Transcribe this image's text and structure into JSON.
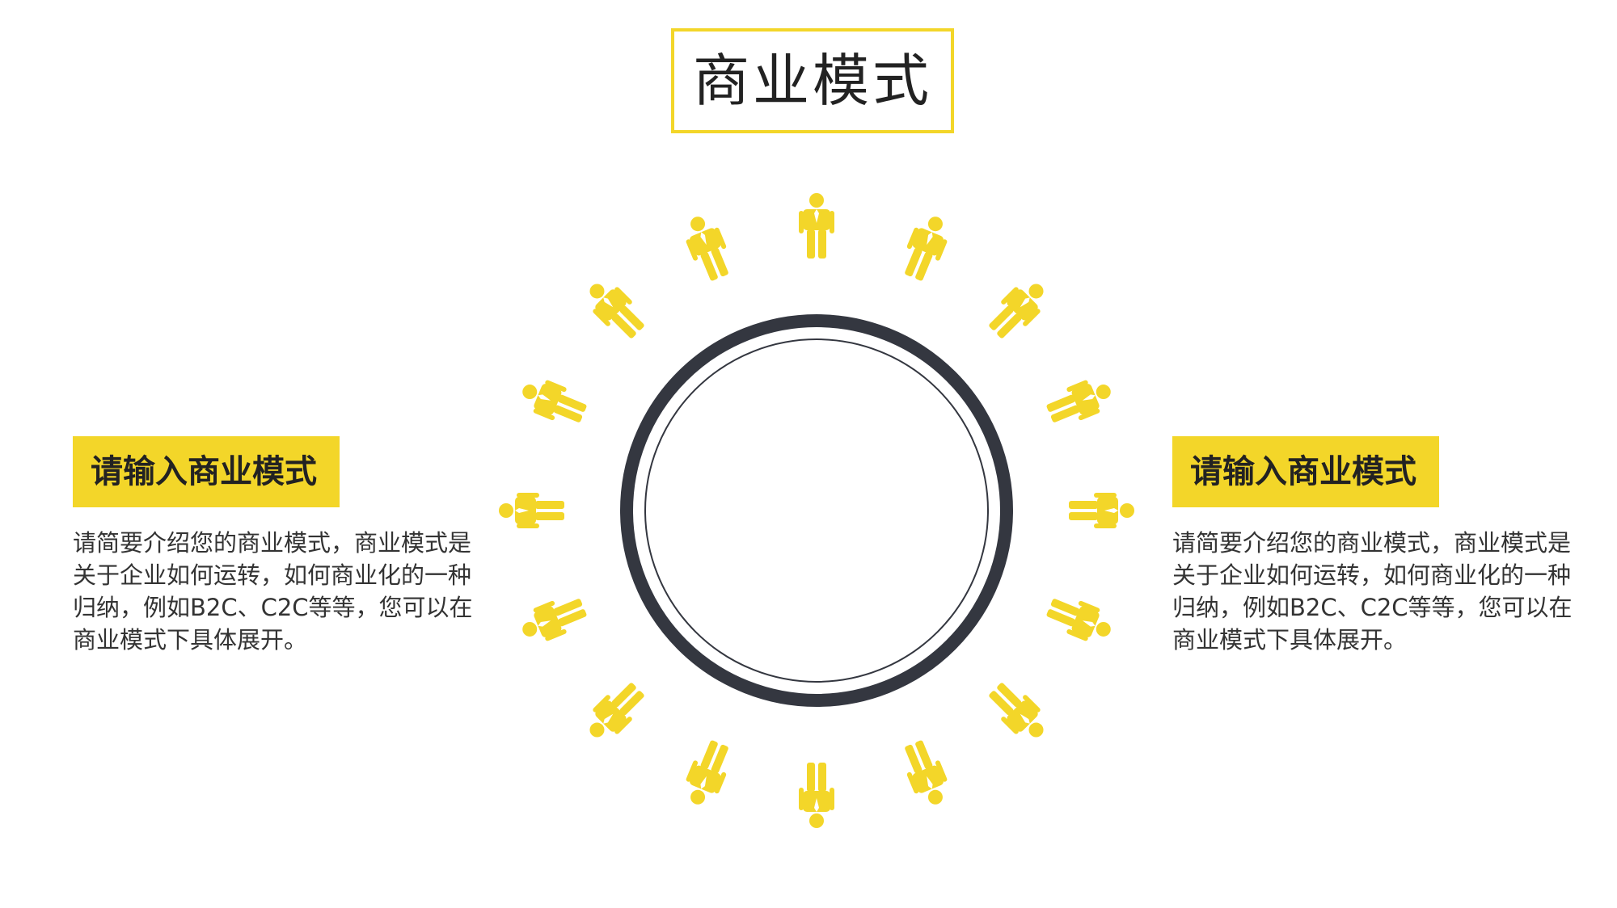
{
  "title": "商业模式",
  "left_block": {
    "heading": "请输入商业模式",
    "body": "请简要介绍您的商业模式，商业模式是关于企业如何运转，如何商业化的一种归纳，例如B2C、C2C等等，您可以在商业模式下具体展开。"
  },
  "right_block": {
    "heading": "请输入商业模式",
    "body": "请简要介绍您的商业模式，商业模式是关于企业如何运转，如何商业化的一种归纳，例如B2C、C2C等等，您可以在商业模式下具体展开。"
  },
  "figure_ring": {
    "person_count": 16,
    "icon": "person-icon"
  },
  "colors": {
    "accent": "#f3d629",
    "ring": "#343740",
    "text": "#222222"
  }
}
